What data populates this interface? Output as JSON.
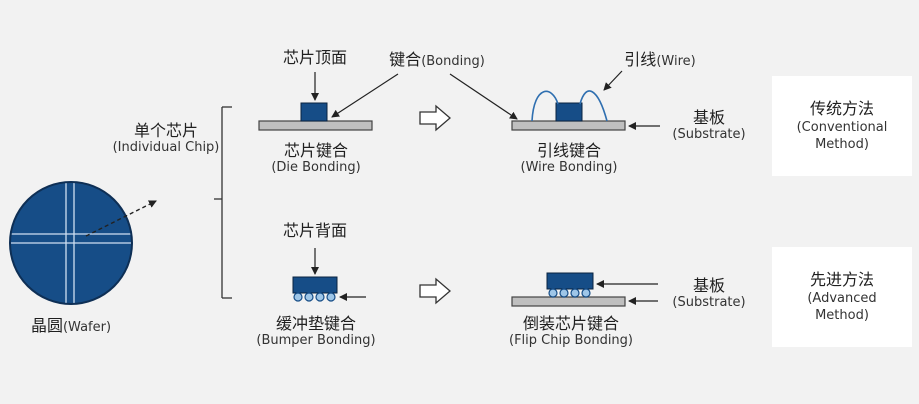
{
  "wafer": {
    "cn": "晶圆",
    "en": "(Wafer)"
  },
  "individual_chip": {
    "cn": "单个芯片",
    "en": "(Individual Chip)"
  },
  "chip_top": {
    "cn": "芯片顶面"
  },
  "bonding": {
    "cn": "键合",
    "en": "(Bonding)"
  },
  "wire": {
    "cn": "引线",
    "en": "(Wire)"
  },
  "die_bonding": {
    "cn": "芯片键合",
    "en": "(Die Bonding)"
  },
  "wire_bonding": {
    "cn": "引线键合",
    "en": "(Wire Bonding)"
  },
  "substrate_top": {
    "cn": "基板",
    "en": "(Substrate)"
  },
  "chip_back": {
    "cn": "芯片背面"
  },
  "bumper_bonding": {
    "cn": "缓冲垫键合",
    "en": "(Bumper Bonding)"
  },
  "flip_chip_bonding": {
    "cn": "倒装芯片键合",
    "en": "(Flip Chip Bonding)"
  },
  "substrate_bottom": {
    "cn": "基板",
    "en": "(Substrate)"
  },
  "conventional": {
    "cn": "传统方法",
    "en_1": "(Conventional",
    "en_2": "Method)"
  },
  "advanced": {
    "cn": "先进方法",
    "en_1": "(Advanced",
    "en_2": "Method)"
  },
  "colors": {
    "chip": "#164d87",
    "substrate": "#bfbfbf",
    "bump": "#9ec6e8",
    "wire": "#2f6fb0",
    "background": "#f2f2f2"
  }
}
